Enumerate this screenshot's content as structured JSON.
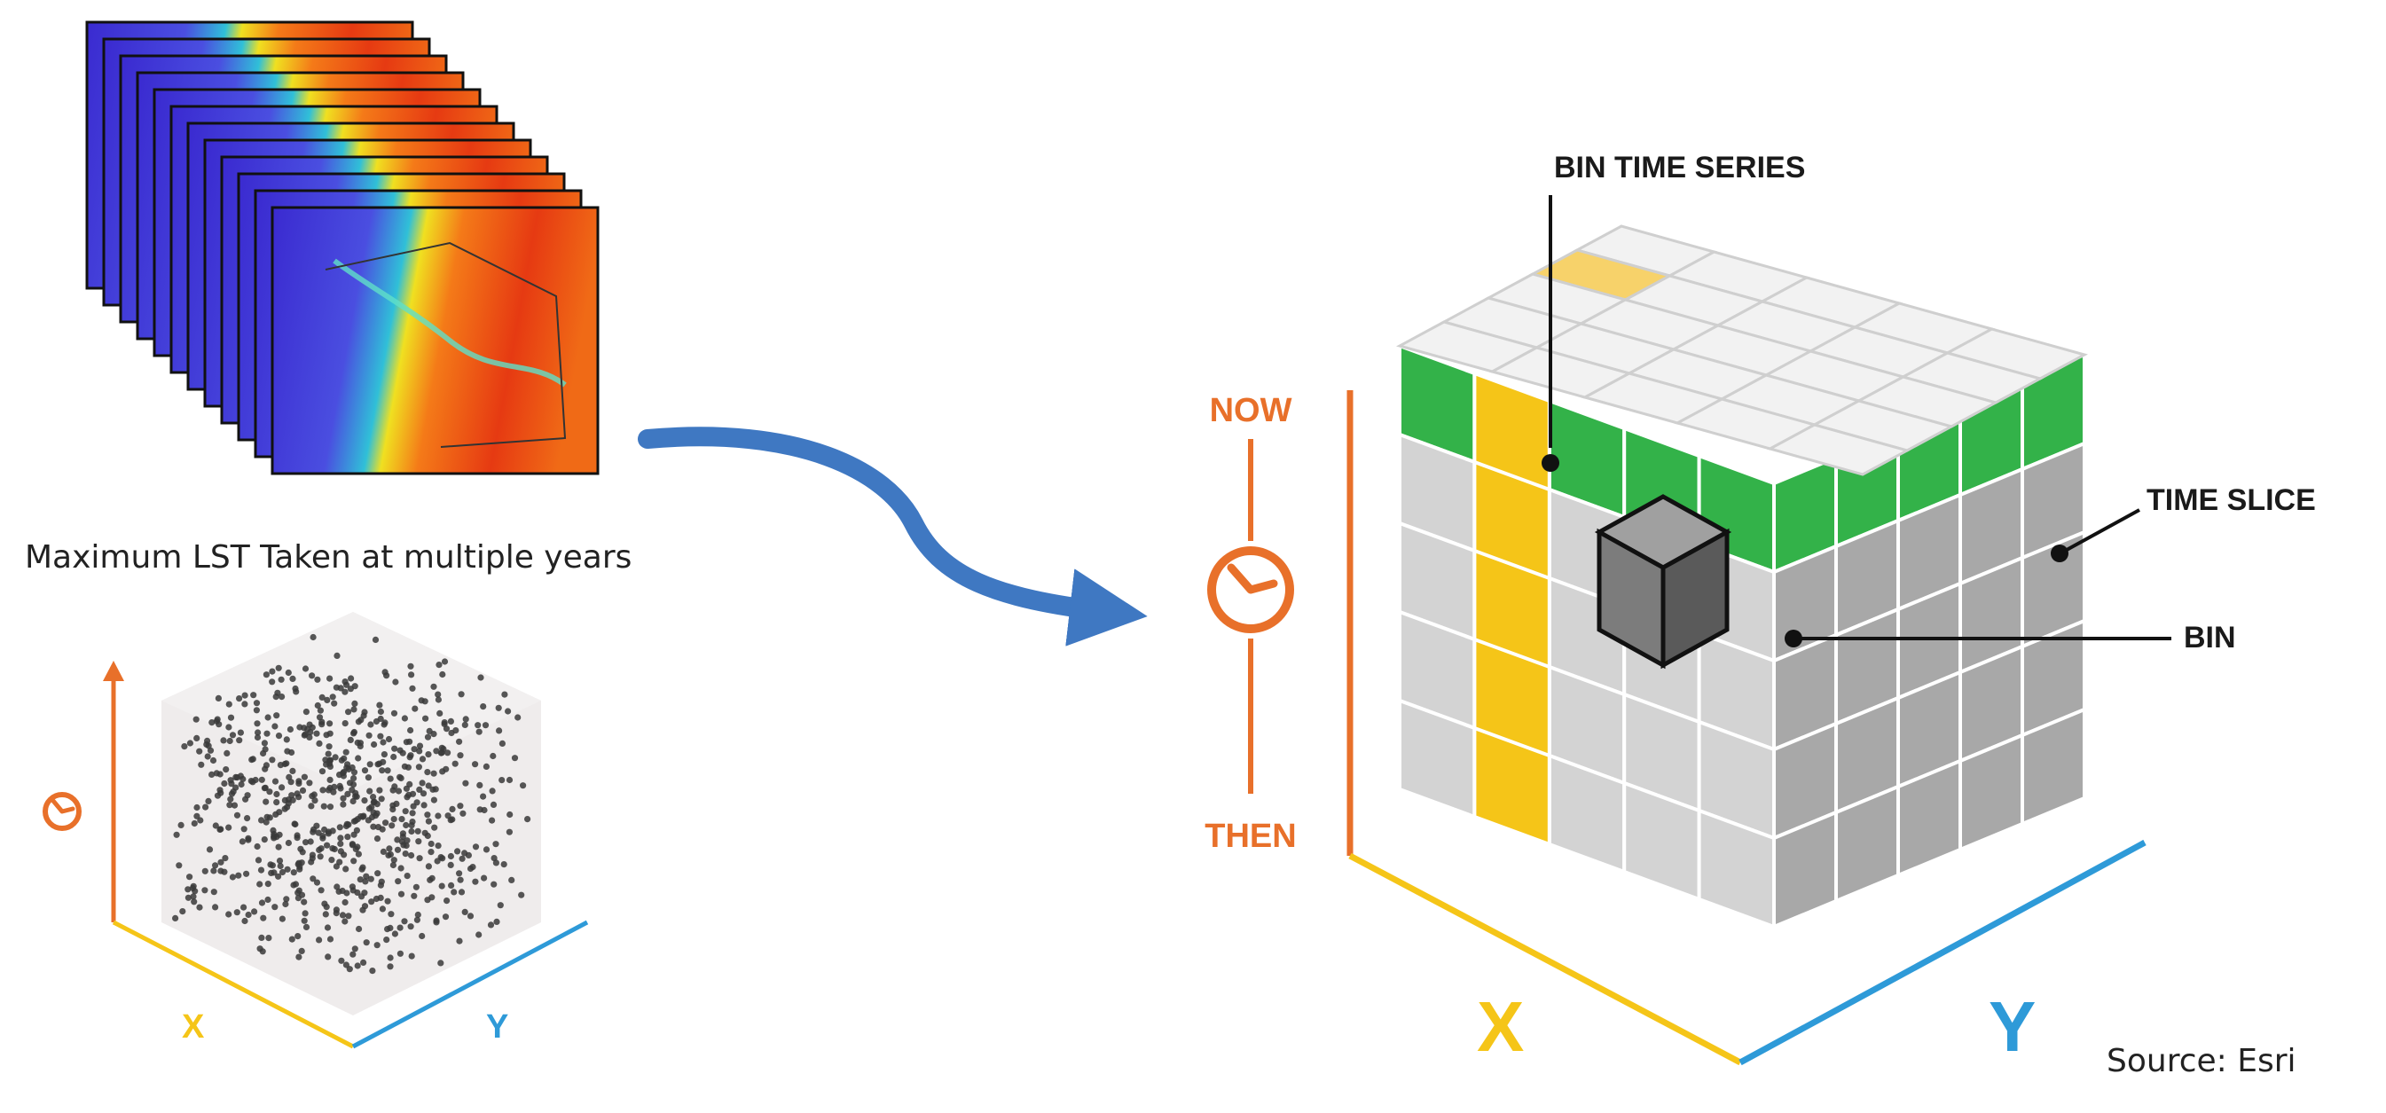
{
  "caption": "Maximum LST Taken at multiple years",
  "source": "Source: Esri",
  "small_cube": {
    "x_label": "X",
    "y_label": "Y",
    "time_icon": "clock-icon"
  },
  "time_axis": {
    "now_label": "NOW",
    "then_label": "THEN",
    "icon": "clock-icon"
  },
  "big_cube": {
    "x_label": "X",
    "y_label": "Y",
    "grid": 5,
    "bin_time_series_label": "BIN TIME SERIES",
    "time_slice_label": "TIME SLICE",
    "bin_label": "BIN"
  },
  "colors": {
    "orange": "#e8702a",
    "yellow": "#f5c518",
    "blue": "#2e9ad8",
    "green": "#33b249",
    "arrow": "#3f78c2",
    "cube_top": "#f2f2f2",
    "cube_left": "#d3d3d3",
    "cube_right": "#a8a8a8"
  }
}
